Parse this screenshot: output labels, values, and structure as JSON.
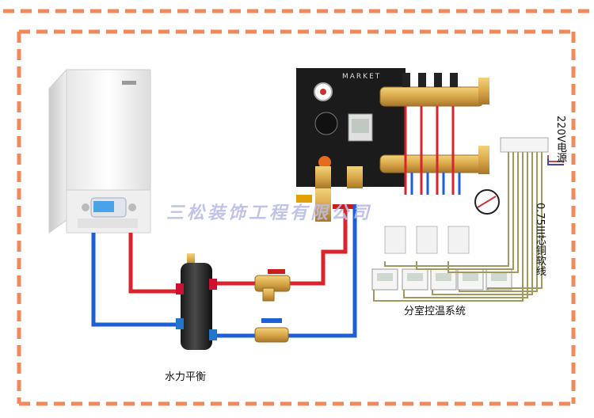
{
  "labels": {
    "hydraulic_balance": "水力平衡",
    "zone_temp_control": "分室控温系统",
    "power_supply": "220V电源",
    "copper_wire": "0.75III芯铜软线",
    "watermark": "三松装饰工程有限公司",
    "panel_brand": "MARKET"
  },
  "colors": {
    "dash_border": "#f08a5d",
    "hot_pipe": "#d9232d",
    "cold_pipe": "#1f5fd6",
    "signal_wire": "#a09a5c",
    "brass": "#d9a84a"
  },
  "counts": {
    "manifold_loops": 4,
    "wall_thermostats": 5,
    "actuator_controllers": 3
  }
}
